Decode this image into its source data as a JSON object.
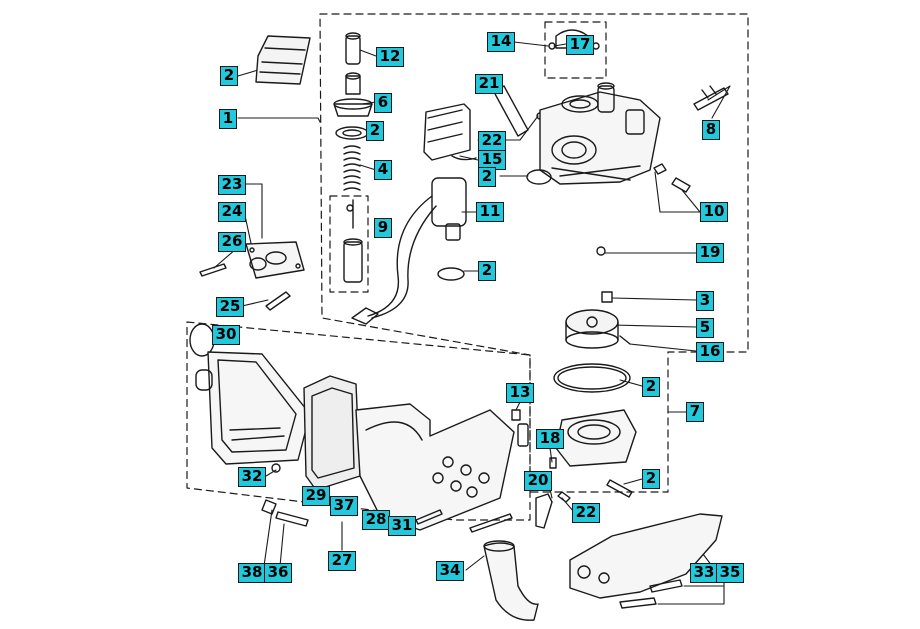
{
  "diagram": {
    "label_color": "#22c8dc",
    "line_color": "#1a1a1a",
    "callouts": [
      {
        "id": "c-2-kit",
        "text": "2"
      },
      {
        "id": "c-1",
        "text": "1"
      },
      {
        "id": "c-12",
        "text": "12"
      },
      {
        "id": "c-6",
        "text": "6"
      },
      {
        "id": "c-2-a",
        "text": "2"
      },
      {
        "id": "c-4",
        "text": "4"
      },
      {
        "id": "c-9",
        "text": "9"
      },
      {
        "id": "c-14",
        "text": "14"
      },
      {
        "id": "c-17",
        "text": "17"
      },
      {
        "id": "c-21",
        "text": "21"
      },
      {
        "id": "c-22-top",
        "text": "22"
      },
      {
        "id": "c-15",
        "text": "15"
      },
      {
        "id": "c-2-b",
        "text": "2"
      },
      {
        "id": "c-11",
        "text": "11"
      },
      {
        "id": "c-2-c",
        "text": "2"
      },
      {
        "id": "c-8",
        "text": "8"
      },
      {
        "id": "c-10",
        "text": "10"
      },
      {
        "id": "c-19",
        "text": "19"
      },
      {
        "id": "c-23",
        "text": "23"
      },
      {
        "id": "c-24",
        "text": "24"
      },
      {
        "id": "c-26",
        "text": "26"
      },
      {
        "id": "c-25",
        "text": "25"
      },
      {
        "id": "c-3",
        "text": "3"
      },
      {
        "id": "c-5",
        "text": "5"
      },
      {
        "id": "c-16",
        "text": "16"
      },
      {
        "id": "c-30",
        "text": "30"
      },
      {
        "id": "c-13",
        "text": "13"
      },
      {
        "id": "c-2-d",
        "text": "2"
      },
      {
        "id": "c-7",
        "text": "7"
      },
      {
        "id": "c-18",
        "text": "18"
      },
      {
        "id": "c-2-e",
        "text": "2"
      },
      {
        "id": "c-20",
        "text": "20"
      },
      {
        "id": "c-22-bot",
        "text": "22"
      },
      {
        "id": "c-32",
        "text": "32"
      },
      {
        "id": "c-29",
        "text": "29"
      },
      {
        "id": "c-37",
        "text": "37"
      },
      {
        "id": "c-28",
        "text": "28"
      },
      {
        "id": "c-31",
        "text": "31"
      },
      {
        "id": "c-38",
        "text": "38"
      },
      {
        "id": "c-36",
        "text": "36"
      },
      {
        "id": "c-27",
        "text": "27"
      },
      {
        "id": "c-34",
        "text": "34"
      },
      {
        "id": "c-33",
        "text": "33"
      },
      {
        "id": "c-35",
        "text": "35"
      }
    ]
  }
}
